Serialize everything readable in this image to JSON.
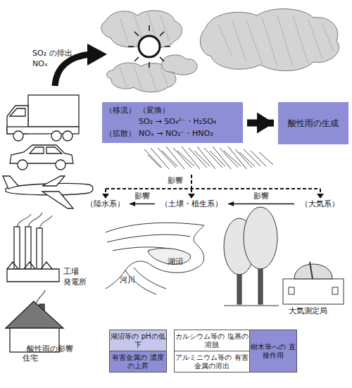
{
  "diagram": {
    "nodes": [
      {
        "text": [
          "（移流）",
          "（変換）",
          "SO₂ → SO₄²⁻・H₂SO₄",
          "（拡散）",
          "NOₓ → NO₃⁻・HNO₃"
        ]
      },
      {
        "text": [
          "酸性雨の生成"
        ]
      },
      {
        "text": [
          "（陸水系）"
        ]
      },
      {
        "text": [
          "（土壌・植生系）"
        ]
      },
      {
        "text": [
          "（大気系）"
        ]
      },
      {
        "text": [
          "湖沼等の pHの低下"
        ]
      },
      {
        "text": [
          "有害金属の 濃度の上昇"
        ]
      },
      {
        "text": [
          "カルシウム等の 塩基の溶脱"
        ]
      },
      {
        "text": [
          "アルミニウム等の 有害金属の溶出"
        ]
      },
      {
        "text": [
          "樹木等への 直接作用"
        ]
      }
    ],
    "edges": [
      {
        "from": 0,
        "to": 1,
        "arrow": "to"
      },
      {
        "from": 3,
        "to": 2,
        "label": "影響",
        "arrow": "to"
      },
      {
        "from": 4,
        "to": 3,
        "label": "影響",
        "arrow": "to"
      }
    ],
    "labels": [
      "SO₂ の排出",
      "NOₓ",
      "影響",
      "工場",
      "発電所",
      "湖沼",
      "河川",
      "大気測定局",
      "住宅",
      "酸性雨の影響"
    ]
  }
}
